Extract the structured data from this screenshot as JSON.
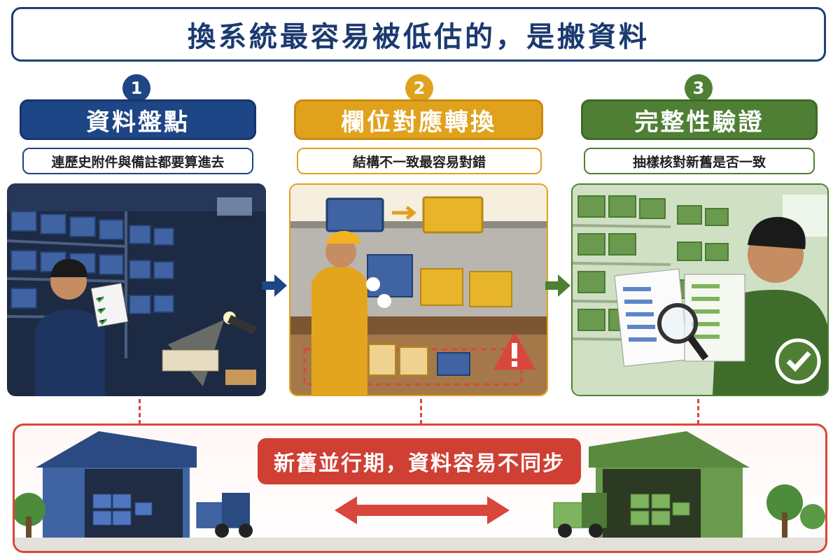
{
  "title": "換系統最容易被低估的，是搬資料",
  "steps": [
    {
      "number": "1",
      "title": "資料盤點",
      "subtitle": "連歷史附件與備註都要算進去",
      "color": "#1e4585",
      "illustration": "warehouse-inventory-check"
    },
    {
      "number": "2",
      "title": "欄位對應轉換",
      "subtitle": "結構不一致最容易對錯",
      "color": "#e0a21d",
      "illustration": "box-field-mapping"
    },
    {
      "number": "3",
      "title": "完整性驗證",
      "subtitle": "抽樣核對新舊是否一致",
      "color": "#4f7f35",
      "illustration": "document-verification"
    }
  ],
  "bottom": {
    "note": "新舊並行期，資料容易不同步",
    "left_icon": "blue-warehouse-icon",
    "right_icon": "green-warehouse-icon",
    "arrow_icon": "double-arrow-icon"
  },
  "colors": {
    "navy": "#1d3f7a",
    "red": "#d9463c",
    "gold": "#e0a21d",
    "green": "#4f7f35"
  }
}
